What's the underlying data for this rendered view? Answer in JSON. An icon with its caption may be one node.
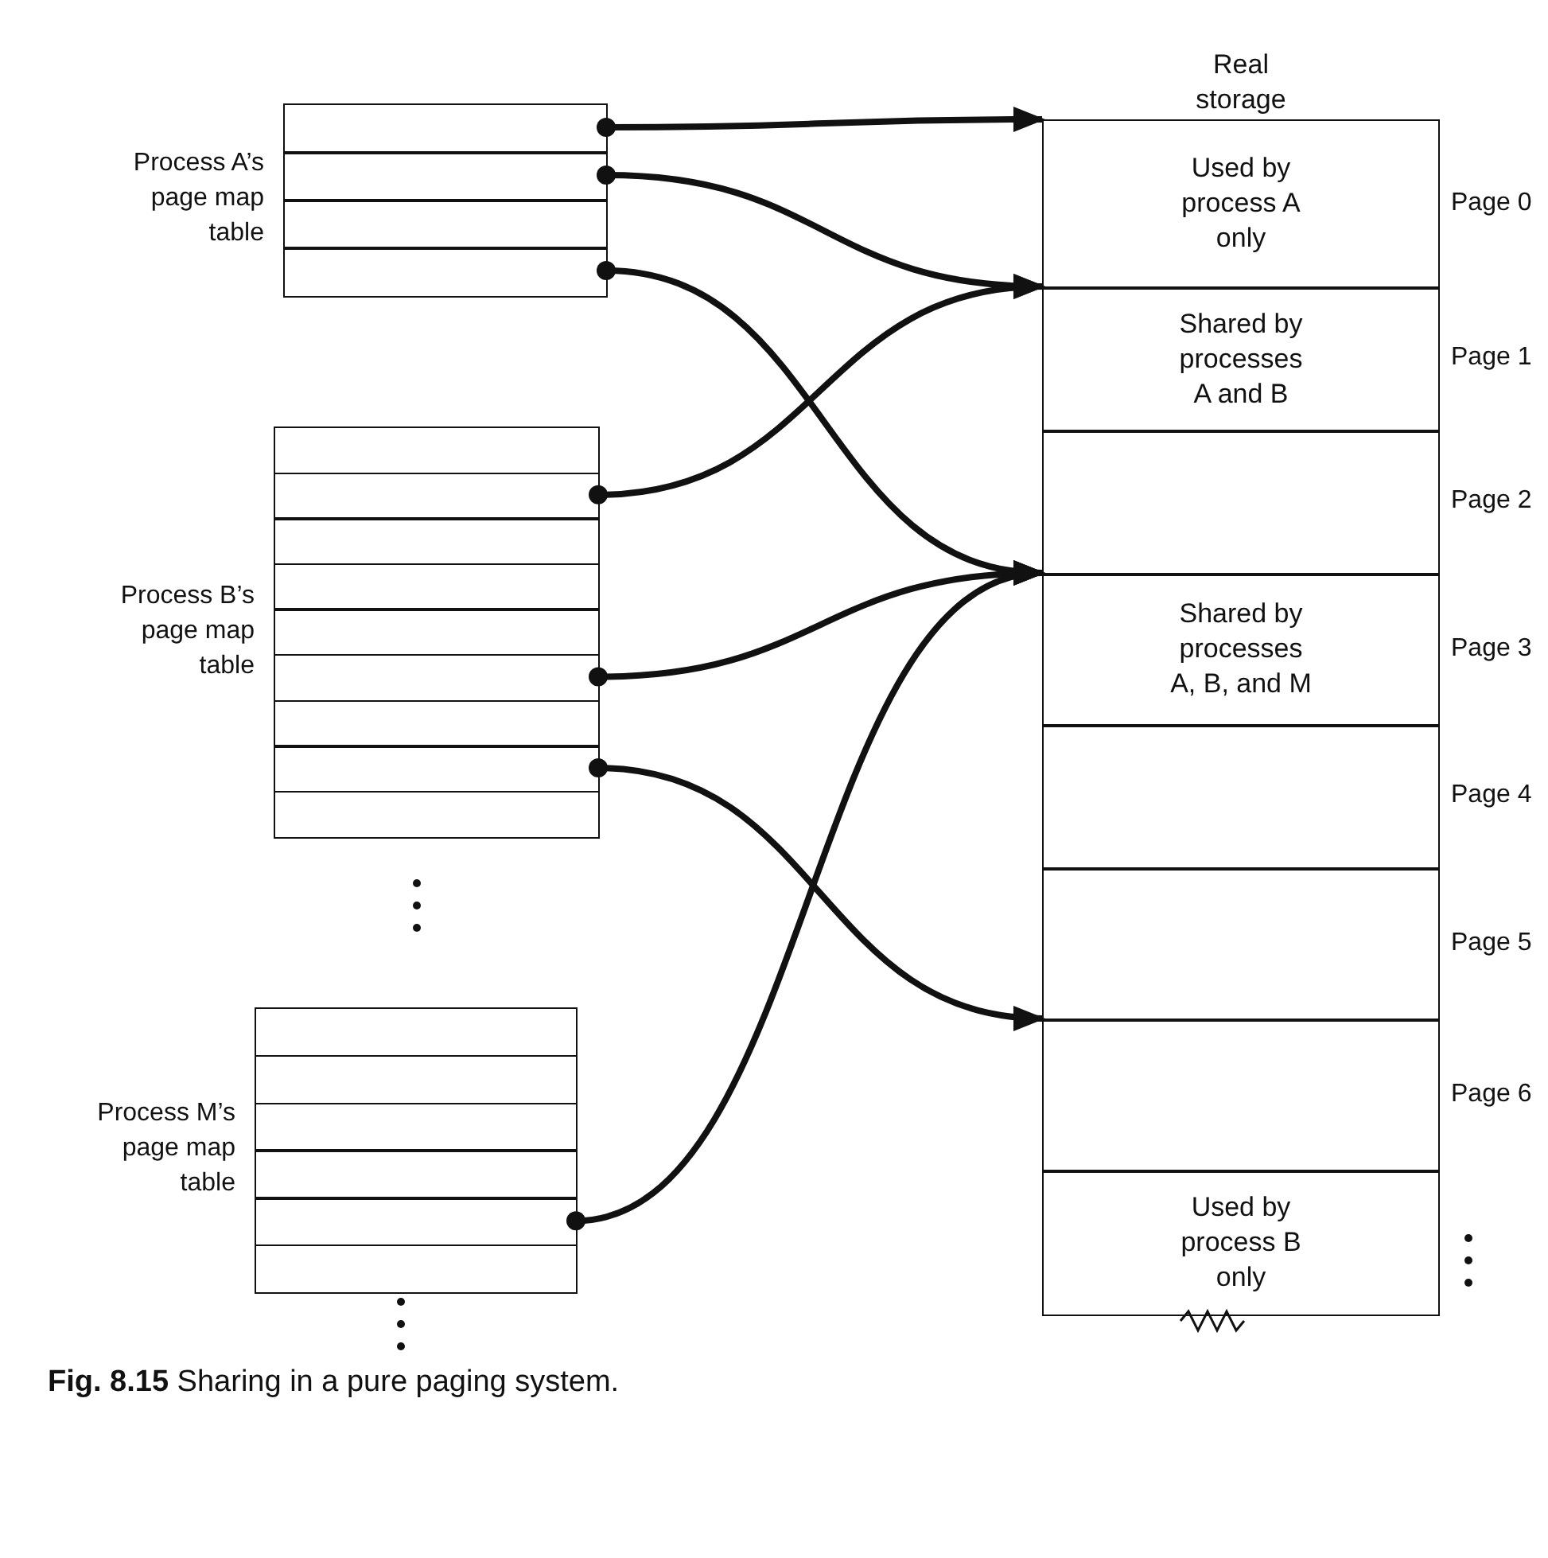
{
  "diagram": {
    "caption": "**Fig. 8.15** Sharing in a pure paging system.",
    "nodes": [
      {
        "text": [
          "Process A’s page map table"
        ]
      },
      {
        "text": [],
        "shape": "box",
        "in": 0
      },
      {
        "text": [],
        "shape": "box",
        "in": 0
      },
      {
        "text": [],
        "shape": "box",
        "in": 0
      },
      {
        "text": [],
        "shape": "box",
        "in": 0
      },
      {
        "text": [
          "Process B’s page map table"
        ]
      },
      {
        "text": [],
        "shape": "box",
        "in": 5
      },
      {
        "text": [],
        "shape": "box",
        "in": 5
      },
      {
        "text": [],
        "shape": "box",
        "in": 5
      },
      {
        "text": [],
        "shape": "box",
        "in": 5
      },
      {
        "text": [],
        "shape": "box",
        "in": 5
      },
      {
        "text": [],
        "shape": "box",
        "in": 5
      },
      {
        "text": [],
        "shape": "box",
        "in": 5
      },
      {
        "text": [],
        "shape": "box",
        "in": 5
      },
      {
        "text": [],
        "shape": "box",
        "in": 5
      },
      {
        "text": [
          "Process M’s page map table"
        ]
      },
      {
        "text": [],
        "shape": "box",
        "in": 15
      },
      {
        "text": [],
        "shape": "box",
        "in": 15
      },
      {
        "text": [],
        "shape": "box",
        "in": 15
      },
      {
        "text": [],
        "shape": "box",
        "in": 15
      },
      {
        "text": [],
        "shape": "box",
        "in": 15
      },
      {
        "text": [],
        "shape": "box",
        "in": 15
      },
      {
        "text": [
          "Real storage"
        ]
      },
      {
        "text": [
          "Used by process A only"
        ],
        "beside": [
          "Page 0"
        ],
        "in": 22
      },
      {
        "text": [
          "Shared by processes A and B"
        ],
        "beside": [
          "Page 1"
        ],
        "in": 22
      },
      {
        "text": [],
        "shape": "box",
        "beside": [
          "Page 2"
        ],
        "in": 22
      },
      {
        "text": [
          "Shared by processes A, B, and M"
        ],
        "beside": [
          "Page 3"
        ],
        "in": 22
      },
      {
        "text": [],
        "shape": "box",
        "beside": [
          "Page 4"
        ],
        "in": 22
      },
      {
        "text": [],
        "shape": "box",
        "beside": [
          "Page 5"
        ],
        "in": 22
      },
      {
        "text": [],
        "shape": "box",
        "beside": [
          "Page 6"
        ],
        "in": 22
      },
      {
        "text": [
          "Used by process B only"
        ],
        "in": 22
      }
    ],
    "edges": [
      {
        "from": 1,
        "to": 23,
        "arrow": "to"
      },
      {
        "from": 2,
        "to": 24,
        "arrow": "to"
      },
      {
        "from": 4,
        "to": 26,
        "arrow": "to"
      },
      {
        "from": 7,
        "to": 24,
        "arrow": "to"
      },
      {
        "from": 11,
        "to": 26,
        "arrow": "to"
      },
      {
        "from": 13,
        "to": 29,
        "arrow": "to"
      },
      {
        "from": 20,
        "to": 26,
        "arrow": "to"
      }
    ]
  }
}
